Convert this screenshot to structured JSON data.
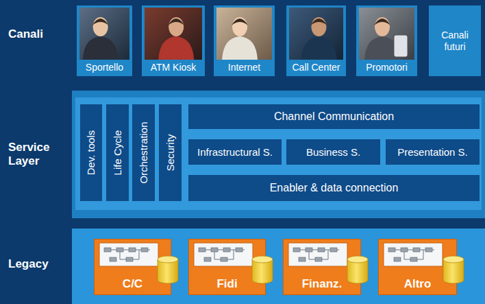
{
  "diagram": {
    "nodes": [
      {
        "text": [
          "Canali"
        ]
      },
      {
        "text": [
          "Sportello"
        ],
        "in": 0
      },
      {
        "text": [
          "ATM Kiosk"
        ],
        "in": 0
      },
      {
        "text": [
          "Internet"
        ],
        "in": 0
      },
      {
        "text": [
          "Call Center"
        ],
        "in": 0
      },
      {
        "text": [
          "Promotori"
        ],
        "in": 0
      },
      {
        "text": [
          "Canali futuri"
        ],
        "in": 0
      },
      {
        "text": [
          "Service Layer"
        ]
      },
      {
        "text": [
          "Dev. tools"
        ],
        "in": 7
      },
      {
        "text": [
          "Life Cycle"
        ],
        "in": 7
      },
      {
        "text": [
          "Orchestration"
        ],
        "in": 7
      },
      {
        "text": [
          "Security"
        ],
        "in": 7
      },
      {
        "text": [
          "Channel Communication"
        ],
        "in": 7
      },
      {
        "text": [
          "Infrastructural S."
        ],
        "in": 7
      },
      {
        "text": [
          "Business S."
        ],
        "in": 7
      },
      {
        "text": [
          "Presentation S."
        ],
        "in": 7
      },
      {
        "text": [
          "Enabler & data connection"
        ],
        "in": 7
      },
      {
        "text": [
          "Legacy"
        ]
      },
      {
        "text": [
          "C/C"
        ],
        "in": 17
      },
      {
        "text": [
          "Fidi"
        ],
        "in": 17
      },
      {
        "text": [
          "Finanz."
        ],
        "in": 17
      },
      {
        "text": [
          "Altro"
        ],
        "in": 17
      }
    ]
  }
}
